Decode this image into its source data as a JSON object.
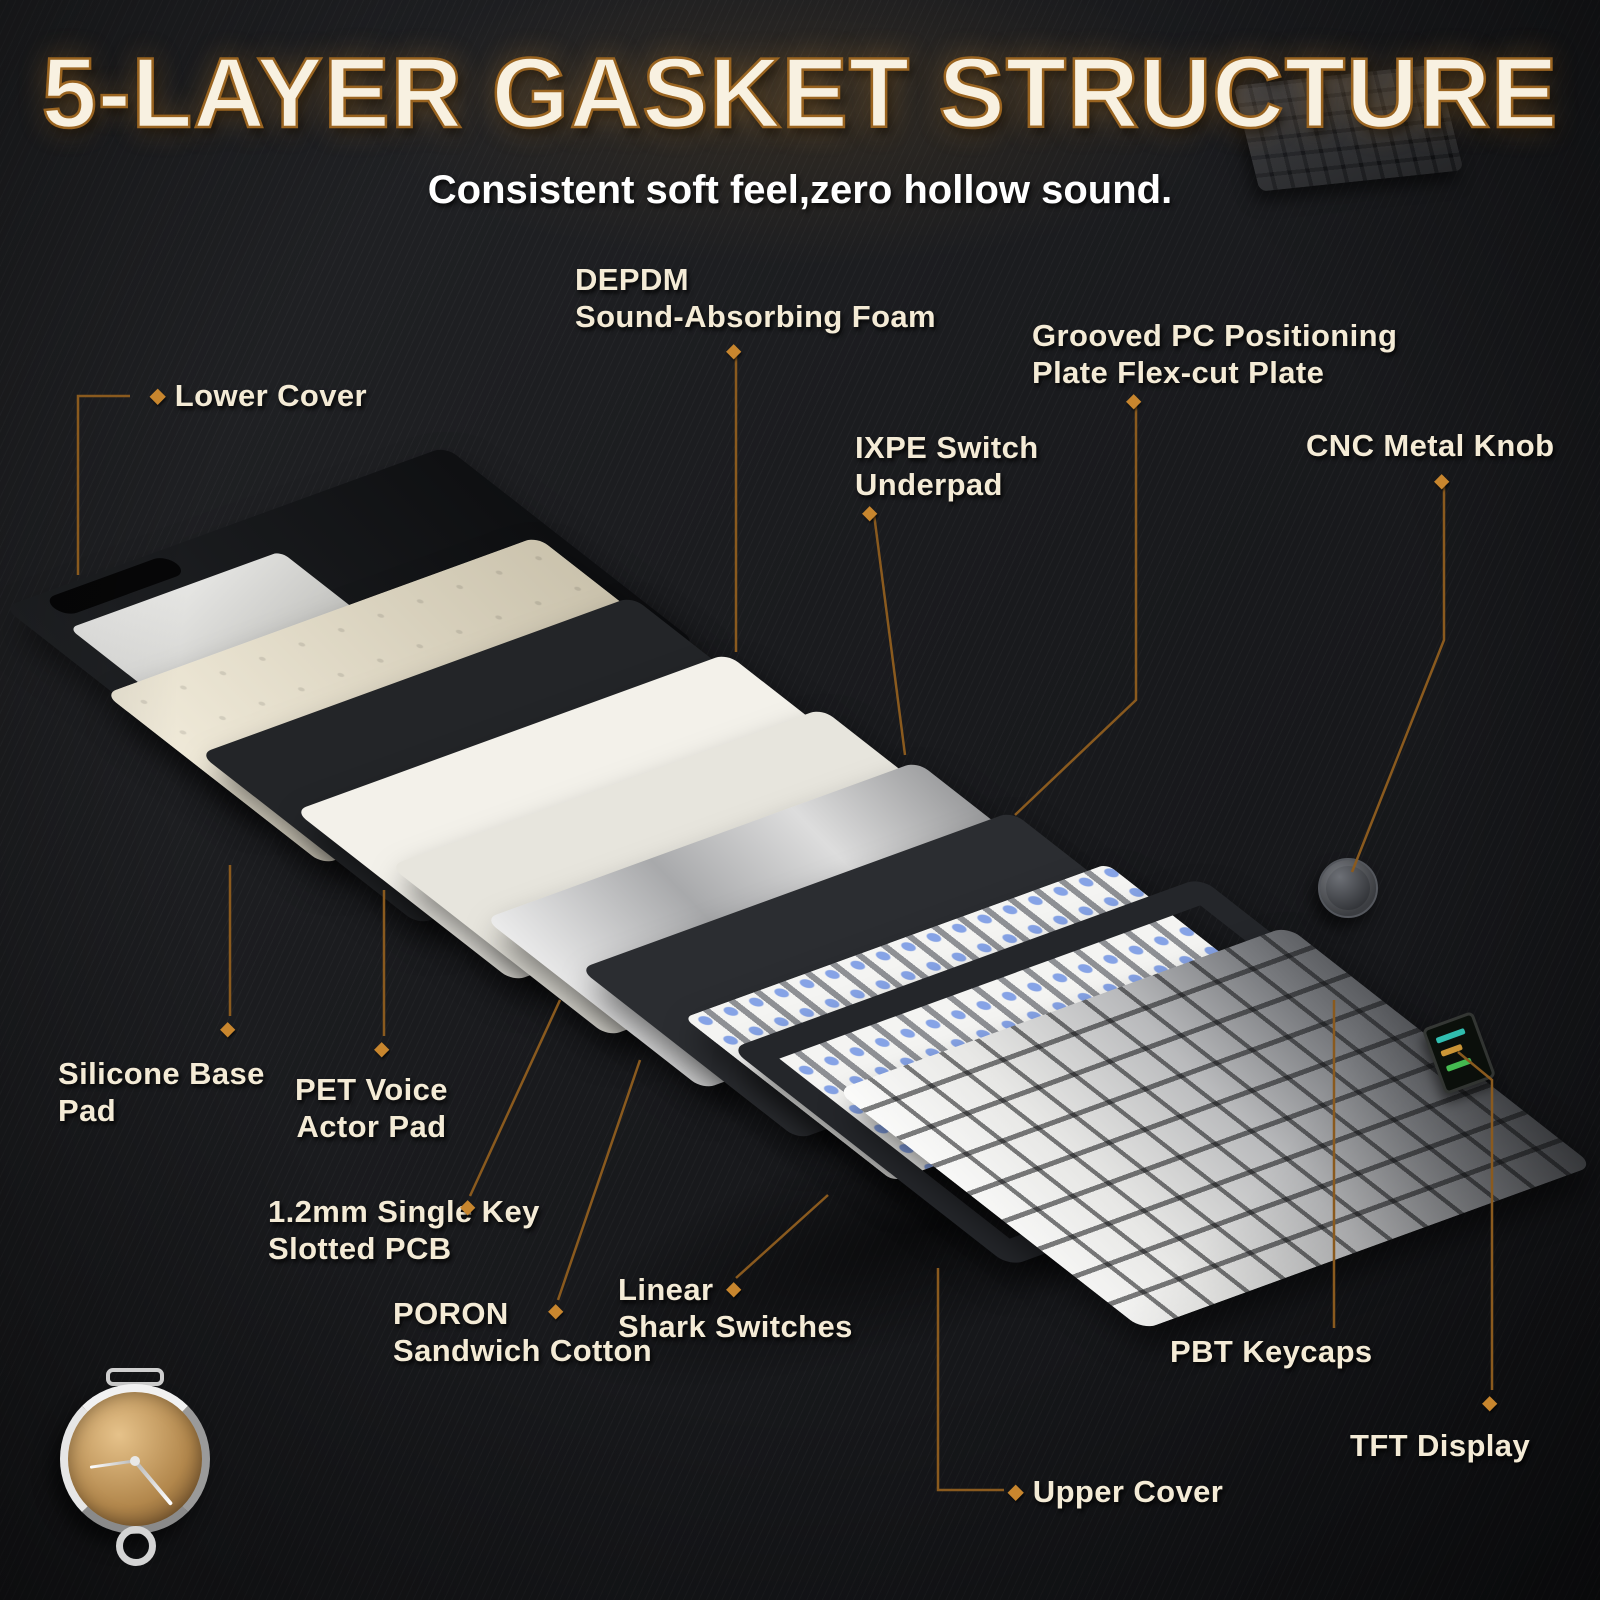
{
  "title": "5-LAYER GASKET STRUCTURE",
  "subtitle": "Consistent soft feel,zero hollow sound.",
  "icons": {
    "diamond": "◆"
  },
  "colors": {
    "accent_orange": "#c8862e",
    "leader_line": "#8a5a1e",
    "label_cream": "#f4ebd6",
    "title_cream": "#f8f1e1",
    "title_outline": "#9a6420",
    "background_dark": "#1a1b1e",
    "switch_blue": "#86a3e6"
  },
  "labels": {
    "lower_cover": "Lower Cover",
    "depdm": "DEPDM\nSound-Absorbing Foam",
    "grooved_plate": "Grooved PC Positioning\nPlate Flex-cut Plate",
    "cnc_knob": "CNC Metal Knob",
    "ixpe": "IXPE Switch\nUnderpad",
    "silicone_pad": "Silicone Base\nPad",
    "pet_pad": "PET Voice\nActor Pad",
    "pcb": "1.2mm Single Key\nSlotted PCB",
    "poron": "PORON\nSandwich Cotton",
    "switches": "Linear\nShark Switches",
    "upper_cover": "Upper Cover",
    "keycaps": "PBT Keycaps",
    "tft": "TFT Display"
  }
}
